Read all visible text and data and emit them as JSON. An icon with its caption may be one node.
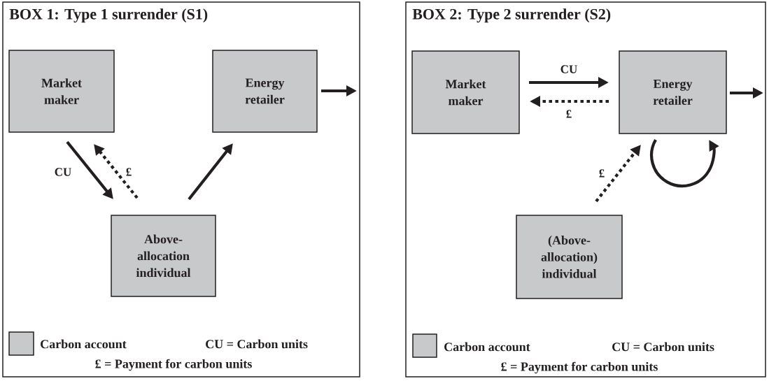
{
  "diagram": {
    "nodes": [
      {
        "text": [
          "BOX 1: Type 1 surrender (S1)"
        ]
      },
      {
        "text": [
          "Market maker"
        ],
        "in": 0
      },
      {
        "text": [
          "Energy retailer"
        ],
        "in": 0
      },
      {
        "text": [
          "Above-allocation individual"
        ],
        "in": 0
      },
      {
        "text": [
          "BOX 2: Type 2 surrender (S2)"
        ]
      },
      {
        "text": [
          "Market maker"
        ],
        "in": 4
      },
      {
        "text": [
          "Energy retailer"
        ],
        "in": 4
      },
      {
        "text": [
          "(Above-allocation) individual"
        ],
        "in": 4
      }
    ],
    "edges": [
      {
        "from": 1,
        "to": 3,
        "arrow": "to",
        "label": "CU"
      },
      {
        "from": 3,
        "to": 1,
        "arrow": "to",
        "label": "£",
        "style": "dashed"
      },
      {
        "from": 3,
        "to": 2,
        "arrow": "to"
      },
      {
        "from": 2,
        "to": null,
        "arrow": "to"
      },
      {
        "from": 5,
        "to": 6,
        "arrow": "to",
        "label": "CU"
      },
      {
        "from": 6,
        "to": 5,
        "arrow": "to",
        "label": "£",
        "style": "dashed"
      },
      {
        "from": 7,
        "to": 6,
        "arrow": "to",
        "label": "£",
        "style": "dashed"
      },
      {
        "from": 6,
        "to": 6,
        "arrow": "to"
      },
      {
        "from": 6,
        "to": null,
        "arrow": "to"
      }
    ],
    "labels": [
      "CU = Carbon units",
      "£ = Payment for carbon units",
      "CU = Carbon units",
      "£ = Payment for carbon units"
    ],
    "legend": [
      {
        "text": "Carbon account",
        "color": "#c8c9cb"
      },
      {
        "text": "Carbon account",
        "color": "#c8c9cb"
      }
    ]
  }
}
